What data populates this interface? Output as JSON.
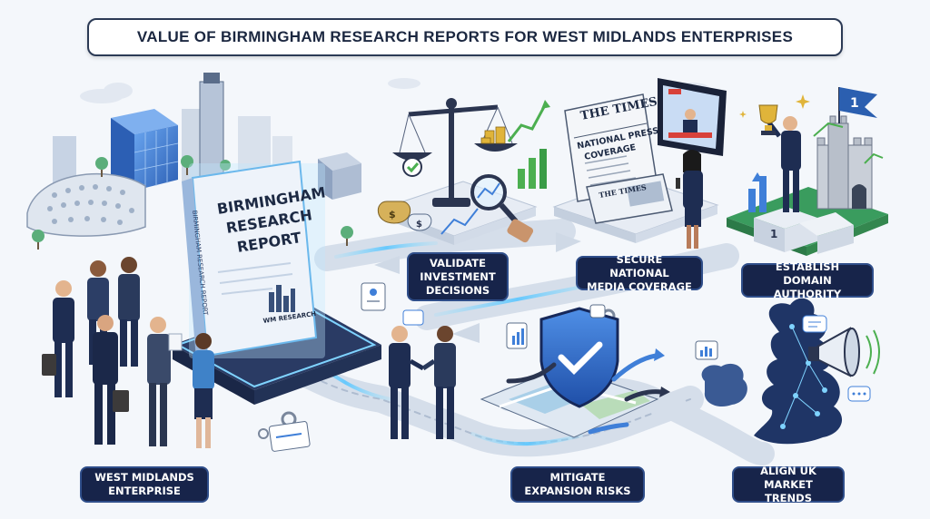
{
  "title": "VALUE OF BIRMINGHAM RESEARCH REPORTS FOR WEST MIDLANDS ENTERPRISES",
  "report": {
    "cover_line1": "BIRMINGHAM",
    "cover_line2": "RESEARCH",
    "cover_line3": "REPORT",
    "spine": "BIRMINGHAM RESEARCH REPORT",
    "publisher": "WM RESEARCH"
  },
  "newspaper": {
    "masthead": "THE TIMES",
    "headline1": "NATIONAL PRESS",
    "headline2": "COVERAGE",
    "masthead2": "THE TIMES"
  },
  "podium_number": "1",
  "flag_number": "1",
  "labels": {
    "enterprise": [
      "WEST MIDLANDS",
      "ENTERPRISE"
    ],
    "validate": [
      "VALIDATE",
      "INVESTMENT",
      "DECISIONS"
    ],
    "media": [
      "SECURE NATIONAL",
      "MEDIA COVERAGE"
    ],
    "authority": [
      "ESTABLISH DOMAIN",
      "AUTHORITY"
    ],
    "risks": [
      "MITIGATE",
      "EXPANSION RISKS"
    ],
    "trends": [
      "ALIGN UK",
      "MARKET TRENDS"
    ]
  },
  "colors": {
    "navy": "#17244a",
    "accent_blue": "#3f7fd8",
    "glow": "#7fd3ff",
    "green": "#4caf50",
    "gold": "#e0b43a"
  }
}
